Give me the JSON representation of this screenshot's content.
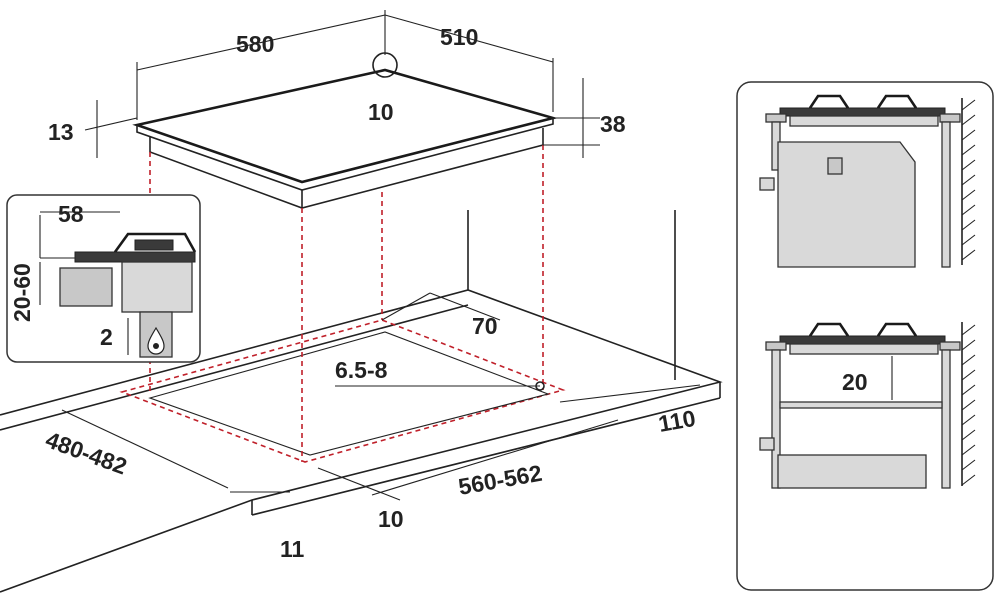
{
  "dimensions": {
    "width": "580",
    "depth": "510",
    "corner_radius": "10",
    "glass_thickness": "13",
    "total_height": "38",
    "burner_offset": "58",
    "worktop_thickness": "20-60",
    "clearance_gas": "2",
    "rear_gap": "70",
    "gas_inlet": "6.5-8",
    "cutout_depth": "480-482",
    "cutout_width": "560-562",
    "side_gap": "110",
    "front_offset_a": "10",
    "front_offset_b": "11",
    "oven_gap": "20"
  },
  "colors": {
    "line": "#222222",
    "cutout_dash": "#c0202a",
    "panel_fill": "#c8c8c8"
  },
  "icons": {
    "gas": "gas-flame-drop-icon"
  }
}
